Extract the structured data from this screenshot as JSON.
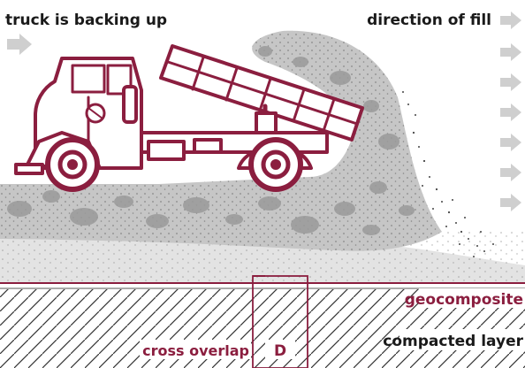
{
  "labels": {
    "truck_backing": "truck is backing up",
    "direction_fill": "direction of fill",
    "geocomposite": "geocomposite",
    "compacted_layer": "compacted layer",
    "cross_overlap": "cross overlap",
    "overlap_symbol": "D"
  },
  "colors": {
    "truck": "#8b1e3f",
    "accent_text": "#8b1e3f",
    "label_text": "#1a1a1a",
    "fill_material": "#c7c7c7",
    "rock": "#9a9a9a",
    "arrow": "#cfcfcf",
    "subbase": "#e3e3e3",
    "hatch": "#333333"
  },
  "icons": {
    "direction_arrow": "right-arrow-icon",
    "truck": "dump-truck-icon"
  }
}
